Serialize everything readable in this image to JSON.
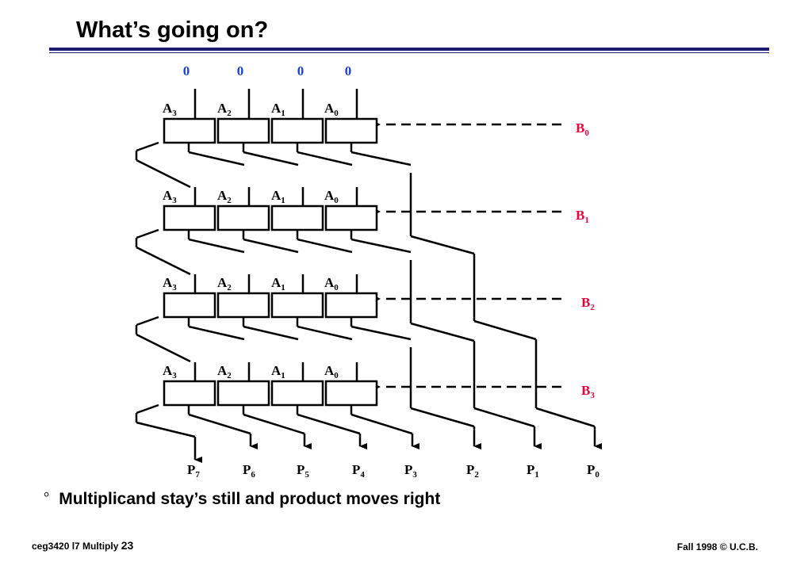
{
  "title": "What’s going on?",
  "colors": {
    "input_zero": "#1f3fc7",
    "multiplier_bit": "#e8003a",
    "rule": "#1a1a6e"
  },
  "diagram": {
    "top_inputs": [
      "0",
      "0",
      "0",
      "0"
    ],
    "rows": [
      {
        "a_labels": [
          {
            "base": "A",
            "sub": "3"
          },
          {
            "base": "A",
            "sub": "2"
          },
          {
            "base": "A",
            "sub": "1"
          },
          {
            "base": "A",
            "sub": "0"
          }
        ],
        "b_label": {
          "base": "B",
          "sub": "0"
        }
      },
      {
        "a_labels": [
          {
            "base": "A",
            "sub": "3"
          },
          {
            "base": "A",
            "sub": "2"
          },
          {
            "base": "A",
            "sub": "1"
          },
          {
            "base": "A",
            "sub": "0"
          }
        ],
        "b_label": {
          "base": "B",
          "sub": "1"
        }
      },
      {
        "a_labels": [
          {
            "base": "A",
            "sub": "3"
          },
          {
            "base": "A",
            "sub": "2"
          },
          {
            "base": "A",
            "sub": "1"
          },
          {
            "base": "A",
            "sub": "0"
          }
        ],
        "b_label": {
          "base": "B",
          "sub": "2"
        }
      },
      {
        "a_labels": [
          {
            "base": "A",
            "sub": "3"
          },
          {
            "base": "A",
            "sub": "2"
          },
          {
            "base": "A",
            "sub": "1"
          },
          {
            "base": "A",
            "sub": "0"
          }
        ],
        "b_label": {
          "base": "B",
          "sub": "3"
        }
      }
    ],
    "outputs": [
      {
        "base": "P",
        "sub": "7"
      },
      {
        "base": "P",
        "sub": "6"
      },
      {
        "base": "P",
        "sub": "5"
      },
      {
        "base": "P",
        "sub": "4"
      },
      {
        "base": "P",
        "sub": "3"
      },
      {
        "base": "P",
        "sub": "2"
      },
      {
        "base": "P",
        "sub": "1"
      },
      {
        "base": "P",
        "sub": "0"
      }
    ]
  },
  "bullet": {
    "marker": "°",
    "text": "Multiplicand stay’s still and product moves right"
  },
  "footer": {
    "course": "ceg3420  l7 Multiply",
    "page": "23",
    "right": "Fall 1998 © U.C.B."
  }
}
